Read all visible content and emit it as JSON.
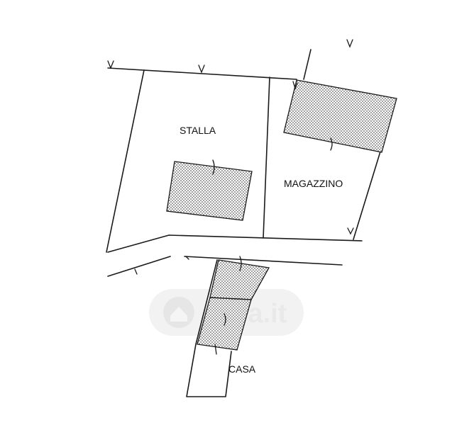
{
  "plan": {
    "labels": {
      "stalla": "STALLA",
      "magazzino": "MAGAZZINO",
      "casa": "CASA"
    },
    "watermark": "casa.it"
  },
  "colors": {
    "ink": "#1a1a1a",
    "hatch_fill": "#c8c8c8",
    "watermark": "#e7e7e7"
  }
}
